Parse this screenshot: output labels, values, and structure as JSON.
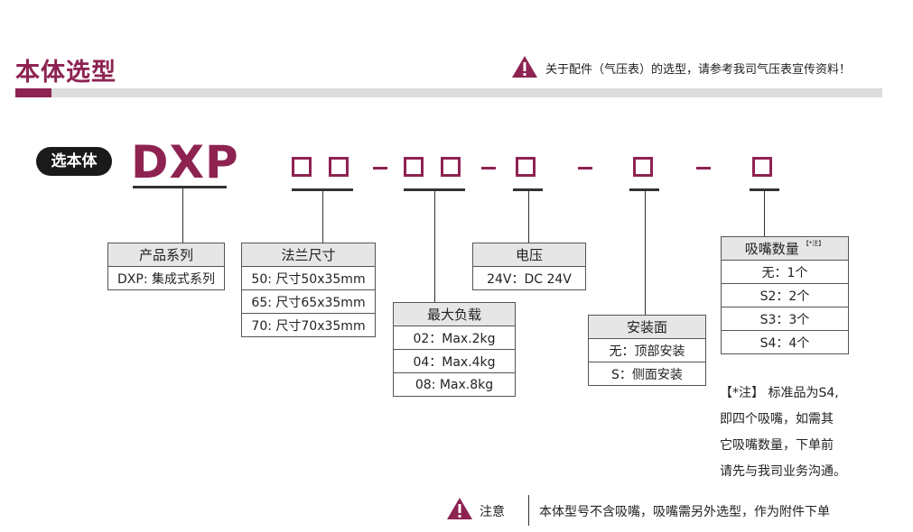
{
  "header": {
    "title": "本体选型",
    "note": "关于配件（气压表）的选型，请参考我司气压表宣传资料！",
    "accent_color": "#8e2352"
  },
  "code": {
    "label": "选本体",
    "prefix": "DXP",
    "separator": "-"
  },
  "tables": {
    "series": {
      "header": "产品系列",
      "rows": [
        "DXP: 集成式系列"
      ]
    },
    "flange": {
      "header": "法兰尺寸",
      "rows": [
        "50: 尺寸50x35mm",
        "65: 尺寸65x35mm",
        "70: 尺寸70x35mm"
      ]
    },
    "load": {
      "header": "最大负载",
      "rows": [
        "02：Max.2kg",
        "04：Max.4kg",
        "08: Max.8kg"
      ]
    },
    "voltage": {
      "header": "电压",
      "rows": [
        "24V：DC 24V"
      ]
    },
    "mount": {
      "header": "安装面",
      "rows": [
        "无：顶部安装",
        "S：侧面安装"
      ]
    },
    "suction": {
      "header": "吸嘴数量",
      "header_note": "【*注】",
      "rows": [
        "无：1个",
        "S2：2个",
        "S3：3个",
        "S4：4个"
      ]
    }
  },
  "side_note": {
    "lines": [
      "【*注】 标准品为S4,",
      "即四个吸嘴，如需其",
      "它吸嘴数量，下单前",
      "请先与我司业务沟通。"
    ]
  },
  "footer": {
    "attention": "注意",
    "text": "本体型号不含吸嘴，吸嘴需另外选型，作为附件下单"
  },
  "icons": {
    "warning": "warning-triangle-icon"
  }
}
